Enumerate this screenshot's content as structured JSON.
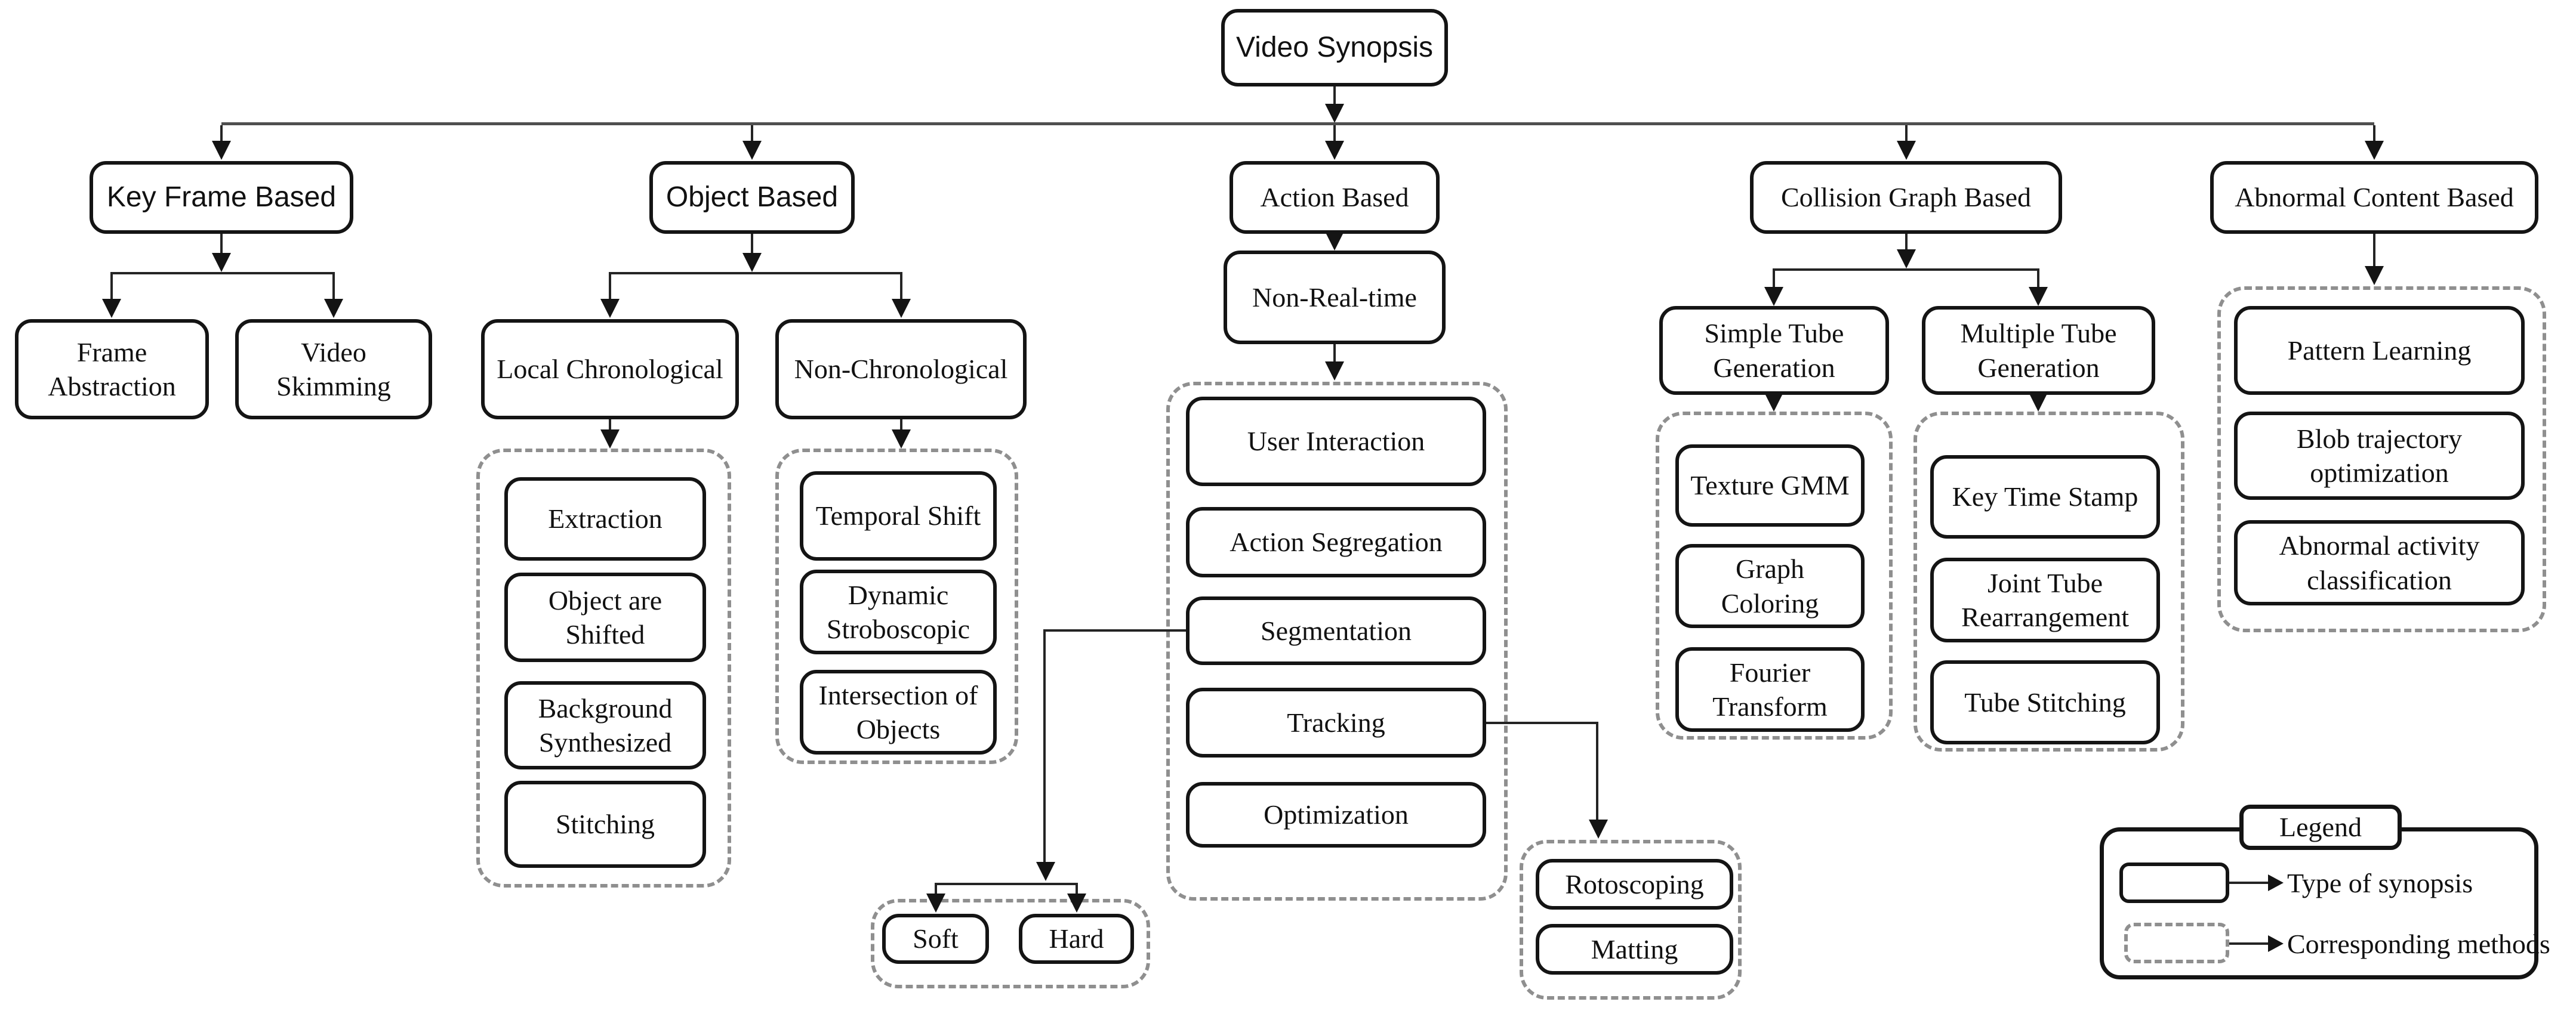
{
  "root": {
    "label": "Video Synopsis"
  },
  "branches": [
    {
      "label": "Key Frame Based",
      "children": [
        {
          "label": "Frame Abstraction"
        },
        {
          "label": "Video Skimming"
        }
      ]
    },
    {
      "label": "Object Based",
      "children": [
        {
          "label": "Local Chronological",
          "methods": [
            "Extraction",
            "Object are Shifted",
            "Background Synthesized",
            "Stitching"
          ]
        },
        {
          "label": "Non-Chronological",
          "methods": [
            "Temporal Shift",
            "Dynamic Stroboscopic",
            "Intersection of Objects"
          ]
        }
      ]
    },
    {
      "label": "Action Based",
      "children": [
        {
          "label": "Non-Real-time",
          "methods": [
            "User Interaction",
            "Action Segregation",
            "Segmentation",
            "Tracking",
            "Optimization"
          ],
          "segmentation_methods": [
            "Soft",
            "Hard"
          ],
          "tracking_methods": [
            "Rotoscoping",
            "Matting"
          ]
        }
      ]
    },
    {
      "label": "Collision Graph Based",
      "children": [
        {
          "label": "Simple Tube Generation",
          "methods": [
            "Texture GMM",
            "Graph Coloring",
            "Fourier Transform"
          ]
        },
        {
          "label": "Multiple Tube Generation",
          "methods": [
            "Key Time Stamp",
            "Joint Tube Rearrangement",
            "Tube Stitching"
          ]
        }
      ]
    },
    {
      "label": "Abnormal Content Based",
      "methods": [
        "Pattern Learning",
        "Blob trajectory optimization",
        "Abnormal activity classification"
      ]
    }
  ],
  "legend": {
    "title": "Legend",
    "solid_label": "Type of synopsis",
    "dashed_label": "Corresponding methods"
  }
}
